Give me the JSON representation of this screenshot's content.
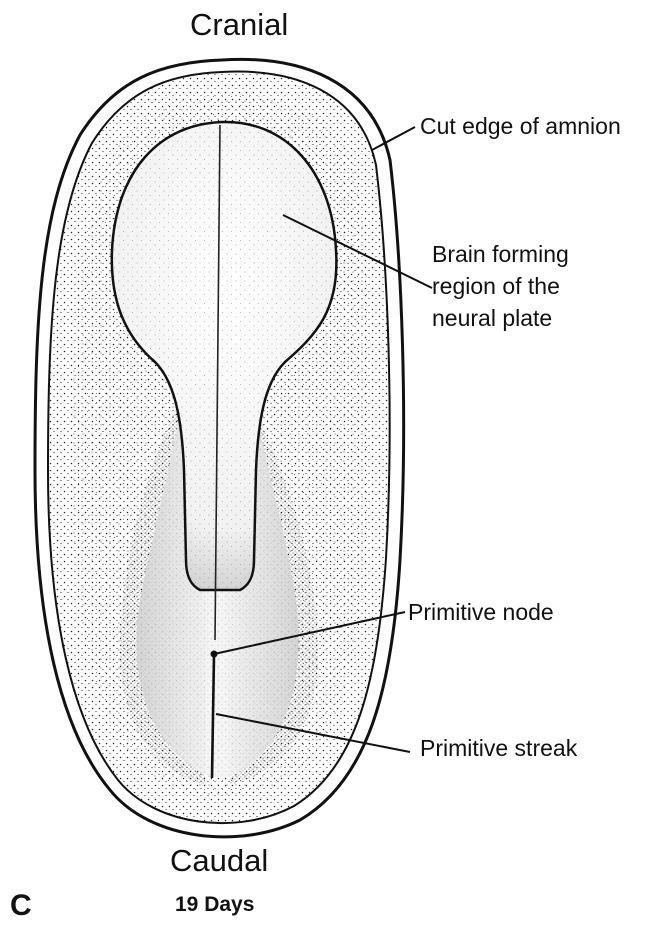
{
  "orientation": {
    "top": "Cranial",
    "bottom": "Caudal"
  },
  "labels": {
    "amnion": "Cut edge of amnion",
    "brain_line1": "Brain forming",
    "brain_line2": "region of the",
    "brain_line3": "neural plate",
    "node": "Primitive node",
    "streak": "Primitive streak"
  },
  "panel": {
    "letter": "C",
    "age": "19 Days"
  }
}
